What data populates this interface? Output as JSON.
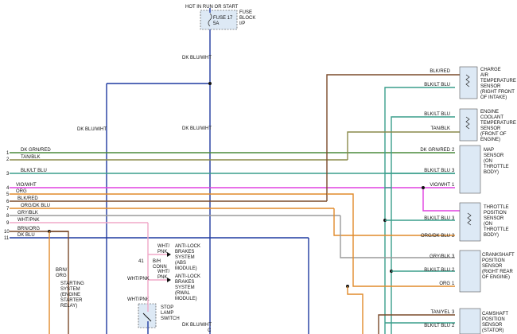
{
  "colors": {
    "brown": "#7a4a2a",
    "teal": "#3a9e8c",
    "olive": "#8a8a4a",
    "green": "#4a8a3a",
    "violet": "#e040e0",
    "orange": "#e08a2a",
    "blue": "#1f3aa0",
    "gray": "#9a9a9a",
    "pink": "#f0a8c8",
    "box": "#dde9f5"
  },
  "fuse": {
    "hot": "HOT IN RUN OR START",
    "name": "FUSE 17",
    "rating": "5A",
    "block": [
      "FUSE",
      "BLOCK",
      "I/P"
    ]
  },
  "wires": {
    "dk_blu_wht": "DK BLU/WHT",
    "blk_red": "BLK/RED",
    "blk_lt_blu": "BLK/LT BLU",
    "tan_blk": "TAN/BLK",
    "dk_grn_red": "DK GRN/RED",
    "vio_wht": "VIO/WHT",
    "org": "ORG",
    "org_dk_blu": "ORG/DK BLU",
    "gry_blk": "GRY/BLK",
    "wht_pnk": "WHT/PNK",
    "brn_org": "BRN/ORG",
    "dk_blu": "DK BLU",
    "tan_yel": "TAN/YEL",
    "c": "C"
  },
  "left_pins": [
    "1",
    "2",
    "3",
    "4",
    "5",
    "6",
    "7",
    "8",
    "9",
    "10",
    "11"
  ],
  "pins": {
    "one": "1",
    "two": "2",
    "three": "3"
  },
  "components": {
    "charge_air": [
      "CHARGE",
      "AIR",
      "TEMPERATURE",
      "SENSOR",
      "(RIGHT FRONT",
      "OF INTAKE)"
    ],
    "coolant": [
      "ENGINE",
      "COOLANT",
      "TEMPERATURE",
      "SENSOR",
      "(FRONT OF",
      "ENGINE)"
    ],
    "map": [
      "MAP",
      "SENSOR",
      "(ON",
      "THROTTLE",
      "BODY)"
    ],
    "tps": [
      "THROTTLE",
      "POSITION",
      "SENSOR",
      "(ON",
      "THROTTLE",
      "BODY)"
    ],
    "crank": [
      "CRANKSHAFT",
      "POSITION",
      "SENSOR",
      "(RIGHT REAR",
      "OF ENGINE)"
    ],
    "cam": [
      "CAMSHAFT",
      "POSITION",
      "SENSOR",
      "(STATOR)"
    ],
    "abs": [
      "ANTI-LOCK",
      "BRAKES",
      "SYSTEM",
      "(ABS",
      "MODULE)"
    ],
    "rwal": [
      "ANTI-LOCK",
      "BRAKES",
      "SYSTEM",
      "(RWAL",
      "MODULE)"
    ],
    "starting": [
      "STARTING",
      "SYSTEM",
      "(ENGINE",
      "STARTER",
      "RELAY)"
    ],
    "stop_lamp": [
      "STOP",
      "LAMP",
      "SWITCH"
    ],
    "wht_pnk_split": [
      "WHT/",
      "PNK"
    ],
    "brn_org_split": [
      "BRN/",
      "ORG"
    ],
    "conn_num": "41",
    "conn": [
      "B/H",
      "CONN"
    ]
  }
}
